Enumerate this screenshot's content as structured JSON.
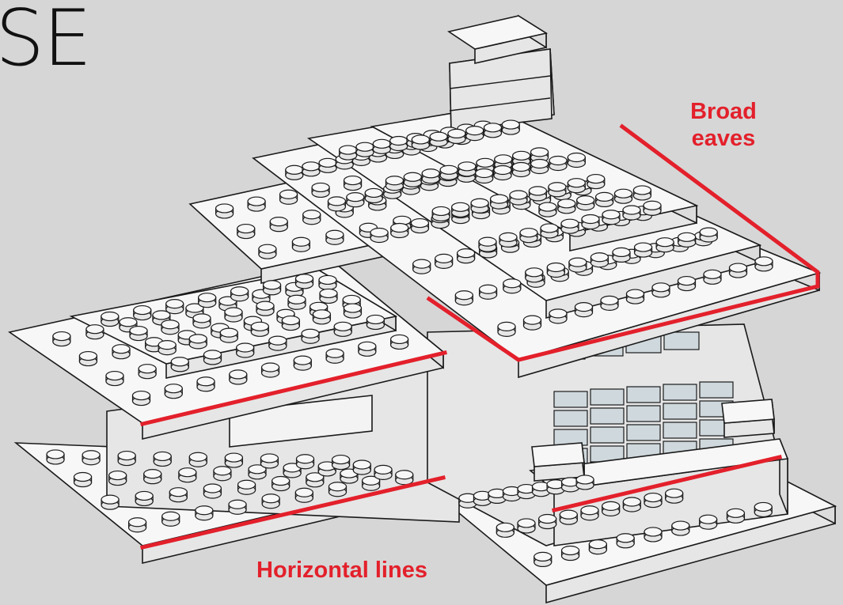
{
  "title_fragment": "SE",
  "annotations": {
    "broad_eaves": [
      "Broad",
      "eaves"
    ],
    "horizontal_lines": "Horizontal lines"
  },
  "colors": {
    "background": "#d6d6d6",
    "brick_top": "#f7f7f7",
    "brick_side": "#e6e6e6",
    "outline": "#1a1a1a",
    "highlight": "#e3202b",
    "glass": "#cfd8dc"
  }
}
